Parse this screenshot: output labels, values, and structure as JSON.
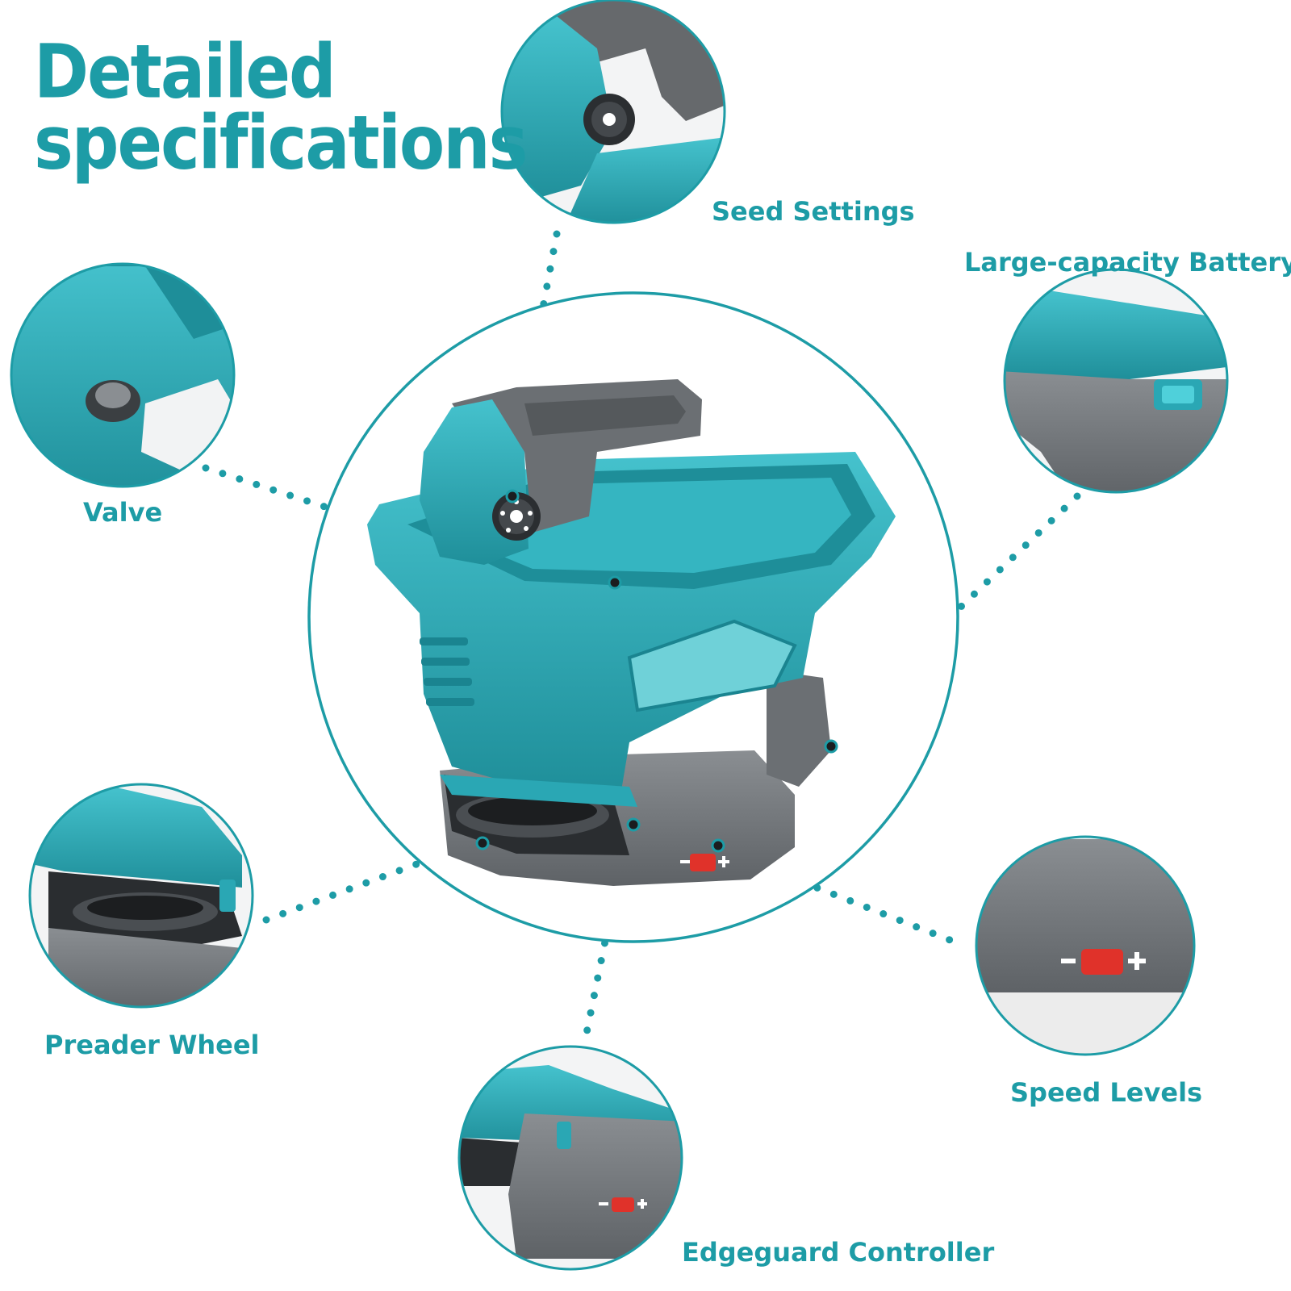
{
  "title": {
    "line1": "Detailed",
    "line2": "specifications"
  },
  "callouts": {
    "seed_settings": "Seed Settings",
    "battery": "Large-capacity Battery",
    "valve": "Valve",
    "spreader_wheel": "Preader Wheel",
    "speed_levels": "Speed Levels",
    "edgeguard": "Edgeguard Controller"
  },
  "controls": {
    "speed_minus": "-",
    "speed_plus": "+"
  },
  "colors": {
    "accent": "#1d9ca6",
    "teal_body": "#2aa7b4",
    "grey_body": "#707478",
    "switch_red": "#e0322a"
  }
}
